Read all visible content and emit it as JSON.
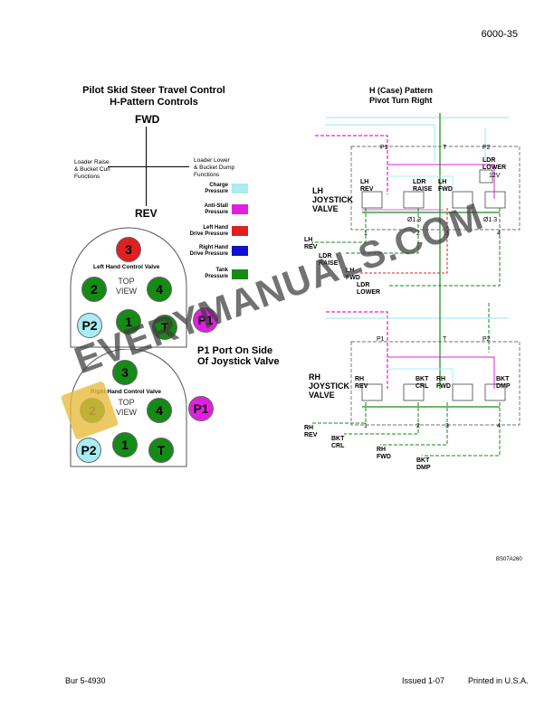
{
  "page_number": "6000-35",
  "title": {
    "line1": "Pilot Skid Steer Travel Control",
    "line2": "H-Pattern Controls"
  },
  "compass": {
    "fwd": "FWD",
    "rev": "REV",
    "left": [
      "Loader Raise",
      "& Bucket Curl",
      "Functions"
    ],
    "right": [
      "Loader Lower",
      "& Bucket Dump",
      "Functions"
    ]
  },
  "legend": [
    {
      "label": [
        "Charge",
        "Pressure"
      ],
      "color": "#a8ecf4"
    },
    {
      "label": [
        "Anti-Stall",
        "Pressure"
      ],
      "color": "#e020e0"
    },
    {
      "label": [
        "Left Hand",
        "Drive Pressure"
      ],
      "color": "#e02020"
    },
    {
      "label": [
        "Right Hand",
        "Drive Pressure"
      ],
      "color": "#1010d0"
    },
    {
      "label": [
        "Tank",
        "Pressure"
      ],
      "color": "#168a16"
    }
  ],
  "left_valve": {
    "caption": "Left Hand Control Valve",
    "top_view": [
      "TOP",
      "VIEW"
    ],
    "ports": {
      "p3": "3",
      "p2": "2",
      "p4": "4",
      "pP2": "P2",
      "p1": "1",
      "pT": "T"
    },
    "side_port": "P1"
  },
  "side_note": [
    "P1 Port On Side",
    "Of Joystick Valve"
  ],
  "right_valve": {
    "caption": "Right Hand Control Valve",
    "top_view": [
      "TOP",
      "VIEW"
    ],
    "ports": {
      "p3": "3",
      "p2": "2",
      "p4": "4",
      "pP2": "P2",
      "p1": "1",
      "pT": "T"
    },
    "side_port": "P1"
  },
  "schematic_title": [
    "H (Case) Pattern",
    "Pivot Turn Right"
  ],
  "lh_valve": {
    "name": [
      "LH",
      "JOYSTICK",
      "VALVE"
    ],
    "spools": [
      "LH\nREV",
      "LDR\nRAISE",
      "LH\nFWD",
      "LDR\nLOWER"
    ],
    "ldr_lower_top": [
      "LDR",
      "LOWER"
    ],
    "v12": "12V",
    "top_ports": [
      "P1",
      "T",
      "P2"
    ],
    "bottom_ports": [
      "1",
      "2",
      "3",
      "4"
    ],
    "orifice": [
      "Ø1.3",
      "Ø1.3"
    ],
    "outputs": [
      [
        "LH",
        "REV"
      ],
      [
        "LDR",
        "RAISE"
      ],
      [
        "LH",
        "FWD"
      ],
      [
        "LDR",
        "LOWER"
      ]
    ]
  },
  "rh_valve": {
    "name": [
      "RH",
      "JOYSTICK",
      "VALVE"
    ],
    "spools": [
      "RH\nREV",
      "BKT\nCRL",
      "RH\nFWD",
      "BKT\nDMP"
    ],
    "top_ports": [
      "P1",
      "T",
      "P2"
    ],
    "bottom_ports": [
      "1",
      "2",
      "3",
      "4"
    ],
    "outputs": [
      [
        "RH",
        "REV"
      ],
      [
        "BKT",
        "CRL"
      ],
      [
        "RH",
        "FWD"
      ],
      [
        "BKT",
        "DMP"
      ]
    ]
  },
  "figure_id": "BS07A260",
  "watermark": "EVERYMANUALS.COM",
  "footer": {
    "left": "Bur 5-4930",
    "middle": "Issued 1-07",
    "right": "Printed in U.S.A."
  }
}
